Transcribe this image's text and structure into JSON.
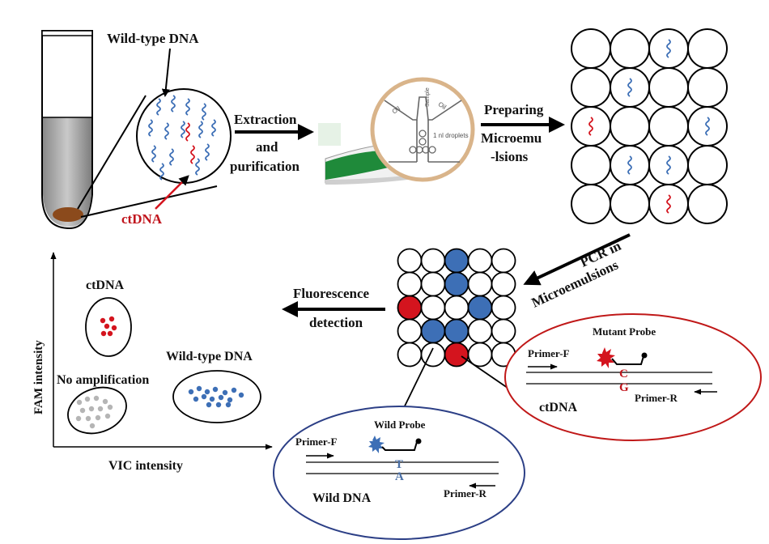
{
  "colors": {
    "wild": "#3d6fb6",
    "mutant": "#d4141e",
    "none": "#b5b5b5",
    "arrow": "#000000",
    "device_green": "#1f8a3a",
    "chip_ring": "#d9b48a"
  },
  "labels": {
    "wild_type_dna_top": "Wild-type DNA",
    "ctdna_top": "ctDNA",
    "extraction": "Extraction",
    "and": "and",
    "purification": "purification",
    "preparing": "Preparing",
    "microemu": "Microemu",
    "lsions": "-lsions",
    "pcr_in": "PCR in",
    "microemulsions": "Microemulsions",
    "fluorescence": "Fluorescence",
    "detection": "detection",
    "fam_intensity": "FAM intensity",
    "vic_intensity": "VIC intensity",
    "ctdna_cluster": "ctDNA",
    "no_amplification": "No amplification",
    "wild_type_dna_cluster": "Wild-type DNA",
    "mutant_probe": "Mutant Probe",
    "primer_f_mut": "Primer-F",
    "primer_r_mut": "Primer-R",
    "ctdna_inset": "ctDNA",
    "base_c": "C",
    "base_g": "G",
    "wild_probe": "Wild Probe",
    "primer_f_wild": "Primer-F",
    "primer_r_wild": "Primer-R",
    "wild_dna_inset": "Wild DNA",
    "base_t": "T",
    "base_a": "A",
    "chip_oil_left": "Oil",
    "chip_sample": "Sample",
    "chip_oil_right": "Oil",
    "chip_droplets": "1 nl droplets"
  },
  "emulsion_grid": {
    "rows": 5,
    "cols": 4,
    "wild_cells": [
      [
        0,
        2
      ],
      [
        1,
        1
      ],
      [
        2,
        3
      ],
      [
        3,
        1
      ],
      [
        3,
        2
      ]
    ],
    "mutant_cells": [
      [
        2,
        0
      ],
      [
        4,
        2
      ]
    ]
  },
  "pcr_grid": {
    "rows": 5,
    "cols": 5,
    "wild_cells": [
      [
        0,
        2
      ],
      [
        1,
        2
      ],
      [
        2,
        3
      ],
      [
        3,
        1
      ],
      [
        3,
        2
      ]
    ],
    "mutant_cells": [
      [
        2,
        0
      ],
      [
        4,
        2
      ]
    ]
  }
}
